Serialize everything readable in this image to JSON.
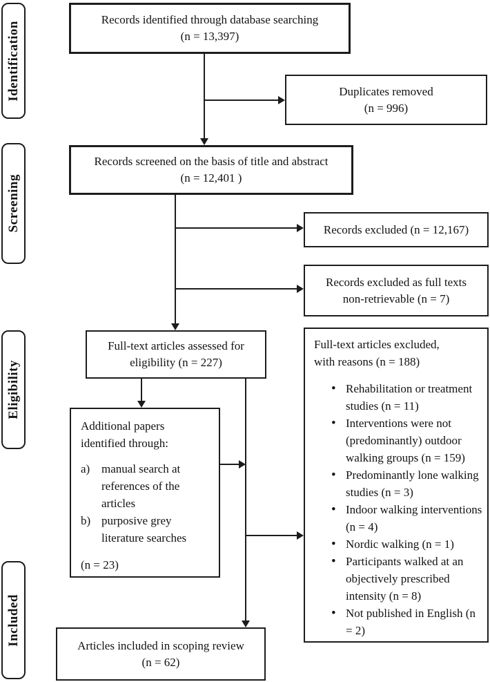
{
  "stages": [
    {
      "label": "Identification"
    },
    {
      "label": "Screening"
    },
    {
      "label": "Eligibility"
    },
    {
      "label": "Included"
    }
  ],
  "boxes": {
    "identified": {
      "lines": [
        "Records identified through database searching",
        "(n = 13,397)"
      ]
    },
    "duplicates": {
      "lines": [
        "Duplicates removed",
        "(n = 996)"
      ]
    },
    "screened": {
      "lines": [
        "Records screened on the basis of title and abstract",
        "(n = 12,401 )"
      ]
    },
    "excluded_title_abstract": {
      "lines": [
        "Records excluded (n = 12,167)"
      ]
    },
    "non_retrievable": {
      "lines": [
        "Records excluded as full texts",
        "non-retrievable (n = 7)"
      ]
    },
    "fulltext_assessed": {
      "lines": [
        "Full-text articles assessed for",
        "eligibility (n = 227)"
      ]
    },
    "additional": {
      "intro_lines": [
        "Additional papers",
        "identified through:"
      ],
      "items": [
        {
          "label": "a)",
          "text": "manual search at references of the articles"
        },
        {
          "label": "b)",
          "text": "purposive grey literature searches"
        }
      ],
      "count": "(n = 23)"
    },
    "excluded_reasons": {
      "heading_lines": [
        "Full-text articles excluded,",
        "with reasons (n = 188)"
      ],
      "reasons": [
        "Rehabilitation or treatment studies (n = 11)",
        "Interventions were not (predominantly) outdoor walking groups (n = 159)",
        "Predominantly lone walking studies (n = 3)",
        "Indoor walking interventions (n = 4)",
        "Nordic walking (n = 1)",
        "Participants walked at an objectively prescribed intensity (n = 8)",
        "Not published in English (n = 2)"
      ]
    },
    "included": {
      "lines": [
        "Articles included in scoping review",
        "(n = 62)"
      ]
    }
  },
  "colors": {
    "line": "#1c1c1c",
    "border": "#1c1c1c",
    "text": "#121212",
    "background": "#ffffff"
  }
}
